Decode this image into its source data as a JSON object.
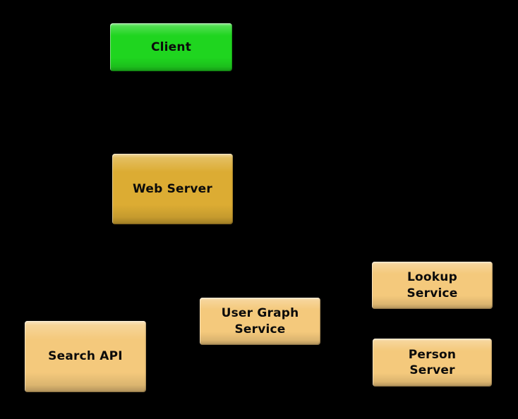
{
  "diagram": {
    "background_color": "#000000",
    "text_color": "#0b0b0b",
    "nodes": [
      {
        "id": "client",
        "label": "Client",
        "color": "#1fd51f"
      },
      {
        "id": "web-server",
        "label": "Web Server",
        "color": "#dcac33"
      },
      {
        "id": "search-api",
        "label": "Search API",
        "color": "#f4c97c"
      },
      {
        "id": "user-graph-service",
        "label": "User Graph\nService",
        "color": "#f4c97c"
      },
      {
        "id": "lookup-service",
        "label": "Lookup\nService",
        "color": "#f4c97c"
      },
      {
        "id": "person-server",
        "label": "Person\nServer",
        "color": "#f4c97c"
      }
    ],
    "edges": []
  }
}
